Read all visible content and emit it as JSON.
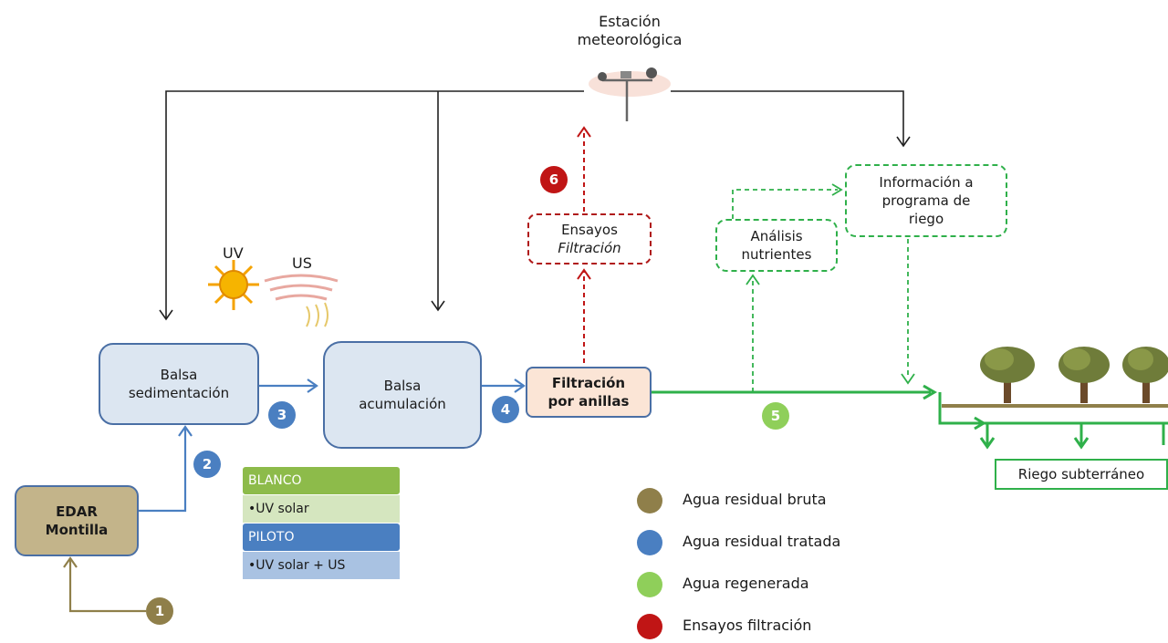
{
  "weather_station": {
    "line1": "Estación",
    "line2": "meteorológica",
    "icon": "weather-station-icon"
  },
  "uv_label": "UV",
  "us_label": "US",
  "boxes": {
    "edar": {
      "line1": "EDAR",
      "line2": "Montilla"
    },
    "sedimentacion": {
      "line1": "Balsa",
      "line2": "sedimentación"
    },
    "acumulacion": {
      "line1": "Balsa",
      "line2": "acumulación"
    },
    "filtracion": {
      "line1": "Filtración",
      "line2": "por anillas"
    },
    "ensayos": {
      "line1": "Ensayos",
      "line2": "Filtración"
    },
    "analisis": {
      "line1": "Análisis",
      "line2": "nutrientes"
    },
    "informacion": {
      "line1": "Información a",
      "line2": "programa de",
      "line3": "riego"
    },
    "riego": "Riego subterráneo"
  },
  "badges": [
    {
      "num": "1",
      "color": "#8f7f4a"
    },
    {
      "num": "2",
      "color": "#4a7fc1"
    },
    {
      "num": "3",
      "color": "#4a7fc1"
    },
    {
      "num": "4",
      "color": "#4a7fc1"
    },
    {
      "num": "5",
      "color": "#8fcf5a"
    },
    {
      "num": "6",
      "color": "#c01515"
    }
  ],
  "treatment_legend": {
    "blanco": "BLANCO",
    "blanco_sub": "•UV solar",
    "piloto": "PILOTO",
    "piloto_sub": "•UV solar + US",
    "colors": {
      "blanco": "#8dbb4a",
      "blanco_sub": "#d5e6bf",
      "piloto": "#4a7fc1",
      "piloto_sub": "#a9c2e2"
    }
  },
  "legend": [
    {
      "label": "Agua residual bruta",
      "color": "#8f7f4a"
    },
    {
      "label": "Agua residual tratada",
      "color": "#4a7fc1"
    },
    {
      "label": "Agua regenerada",
      "color": "#8fcf5a"
    },
    {
      "label": "Ensayos filtración",
      "color": "#c01515"
    }
  ],
  "colors": {
    "brown": "#8f7f4a",
    "blue": "#4a7fc1",
    "green": "#2fb04a",
    "red": "#c01515",
    "black": "#222222"
  }
}
